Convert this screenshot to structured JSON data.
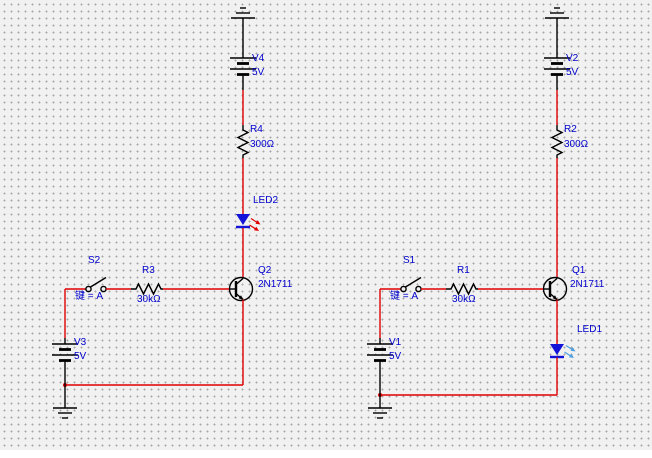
{
  "palette": {
    "background": "#f1f1f1",
    "grid_dot": "#a6a6a6",
    "wire": "#e00000",
    "symbol": "#000000",
    "label": "#0000cd",
    "led_fill": "#1414d8",
    "led2_arrows": "#e00000",
    "led1_arrows": "#4d9fe0"
  },
  "components": {
    "v4": {
      "ref": "V4",
      "value": "5V"
    },
    "r4": {
      "ref": "R4",
      "value": "300Ω"
    },
    "led2": {
      "ref": "LED2"
    },
    "q2": {
      "ref": "Q2",
      "value": "2N1711"
    },
    "s2": {
      "ref": "S2",
      "value": "键 = A"
    },
    "r3": {
      "ref": "R3",
      "value": "30kΩ"
    },
    "v3": {
      "ref": "V3",
      "value": "5V"
    },
    "v2": {
      "ref": "V2",
      "value": "5V"
    },
    "r2": {
      "ref": "R2",
      "value": "300Ω"
    },
    "q1": {
      "ref": "Q1",
      "value": "2N1711"
    },
    "led1": {
      "ref": "LED1"
    },
    "s1": {
      "ref": "S1",
      "value": "键 = A"
    },
    "r1": {
      "ref": "R1",
      "value": "30kΩ"
    },
    "v1": {
      "ref": "V1",
      "value": "5V"
    }
  }
}
